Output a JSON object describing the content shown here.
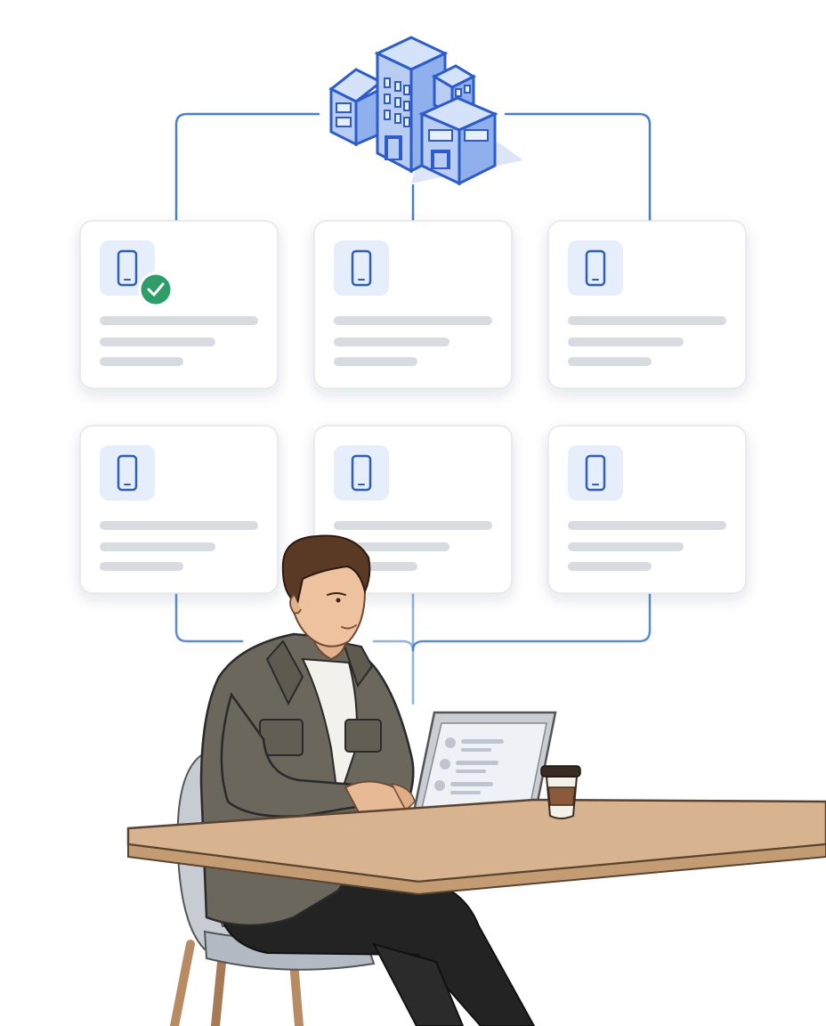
{
  "colors": {
    "background": "#ffffff",
    "connector": "#4a7fd0",
    "card_background": "#ffffff",
    "card_border": "#e3e6ea",
    "icon_tile": "#e6eefc",
    "icon_stroke": "#2f5fb8",
    "placeholder_line": "#d8dbe0",
    "check_badge": "#2e9d6a",
    "building_light": "#b9cdf3",
    "building_mid": "#8fb0ec",
    "building_dark": "#2d5cc8",
    "table_top": "#d7b48f",
    "jacket": "#6b675c",
    "pants": "#232323",
    "laptop_screen": "#eef1f6",
    "coffee_sleeve": "#8a5a3b"
  },
  "icons": {
    "building": "office-building-icon",
    "device": "smartphone-icon",
    "status": "checkmark-badge-icon"
  },
  "device_cards": [
    {
      "id": "card-1",
      "checked": true
    },
    {
      "id": "card-2",
      "checked": false
    },
    {
      "id": "card-3",
      "checked": false
    },
    {
      "id": "card-4",
      "checked": false
    },
    {
      "id": "card-5",
      "checked": false
    },
    {
      "id": "card-6",
      "checked": false
    }
  ]
}
